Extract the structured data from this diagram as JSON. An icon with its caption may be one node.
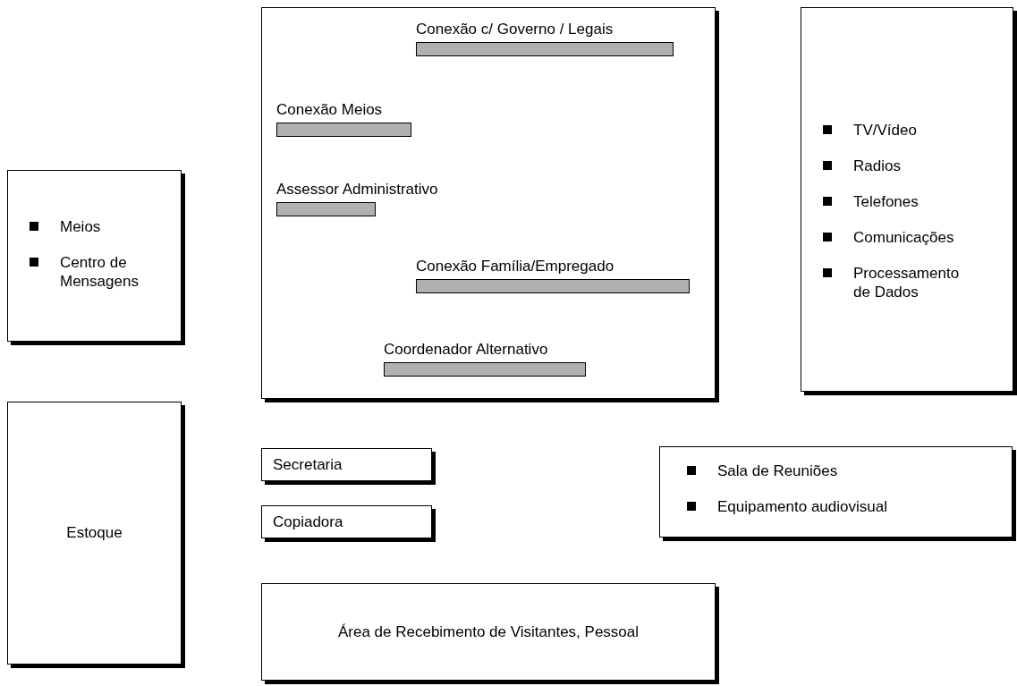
{
  "diagram": {
    "nodes": [
      {
        "text": [],
        "shape": "box"
      },
      {
        "text": [
          "Conexão c/ Governo / Legais"
        ],
        "in": 0
      },
      {
        "text": [
          "Conexão Meios"
        ],
        "in": 0
      },
      {
        "text": [
          "Assessor Administrativo"
        ],
        "in": 0
      },
      {
        "text": [
          "Conexão Família/Empregado"
        ],
        "in": 0
      },
      {
        "text": [
          "Coordenador Alternativo"
        ],
        "in": 0
      },
      {
        "text": [
          "Meios",
          "Centro de Mensagens"
        ]
      },
      {
        "text": [
          "TV/Vídeo",
          "Radios",
          "Telefones",
          "Comunicações",
          "Processamento de Dados"
        ]
      },
      {
        "text": [
          "Estoque"
        ]
      },
      {
        "text": [
          "Secretaria"
        ]
      },
      {
        "text": [
          "Copiadora"
        ]
      },
      {
        "text": [
          "Sala de Reuniões",
          "Equipamento audiovisual"
        ]
      },
      {
        "text": [
          "Área de Recebimento de Visitantes, Pessoal"
        ]
      }
    ]
  }
}
